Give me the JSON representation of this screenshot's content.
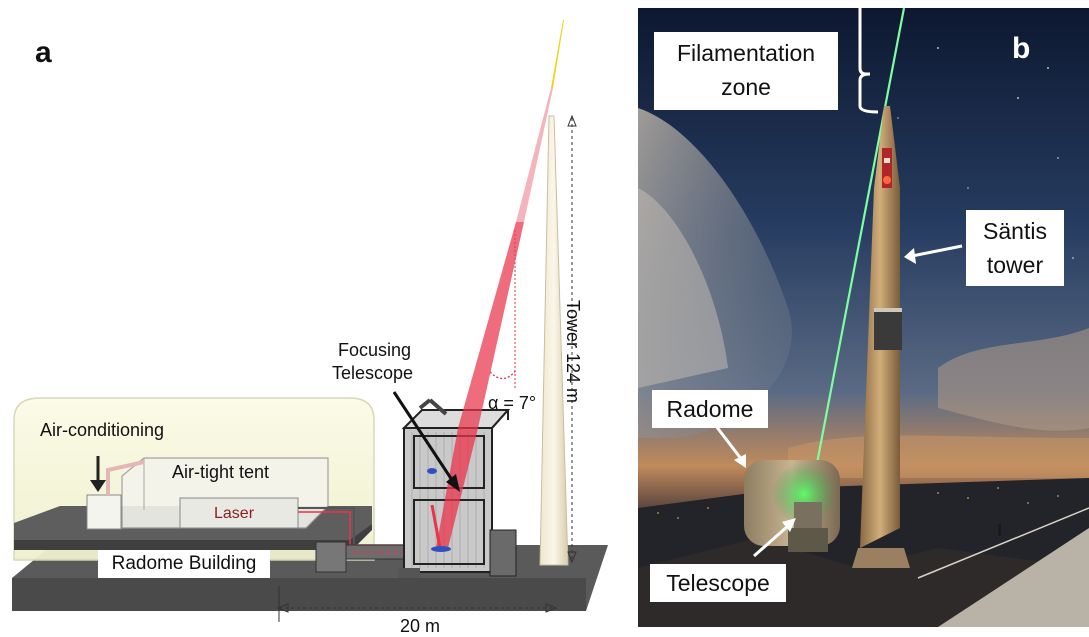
{
  "panel_a": {
    "letter": "a",
    "air_conditioning": "Air-conditioning",
    "air_tight_tent": "Air-tight tent",
    "laser": "Laser",
    "radome_building": "Radome Building",
    "focusing_telescope_line1": "Focusing",
    "focusing_telescope_line2": "Telescope",
    "angle": "α = 7°",
    "tower_height": "Tower 124 m",
    "distance": "20 m"
  },
  "panel_b": {
    "letter": "b",
    "filamentation_line1": "Filamentation",
    "filamentation_line2": "zone",
    "santis_line1": "Säntis",
    "santis_line2": "tower",
    "radome": "Radome",
    "telescope": "Telescope"
  },
  "colors": {
    "laser_red": "#e8334a",
    "beam_green": "#7dffa0",
    "beam_yellow": "#f2d21a",
    "tower_beige": "#c9a873",
    "laser_text": "#8b1e1e"
  }
}
